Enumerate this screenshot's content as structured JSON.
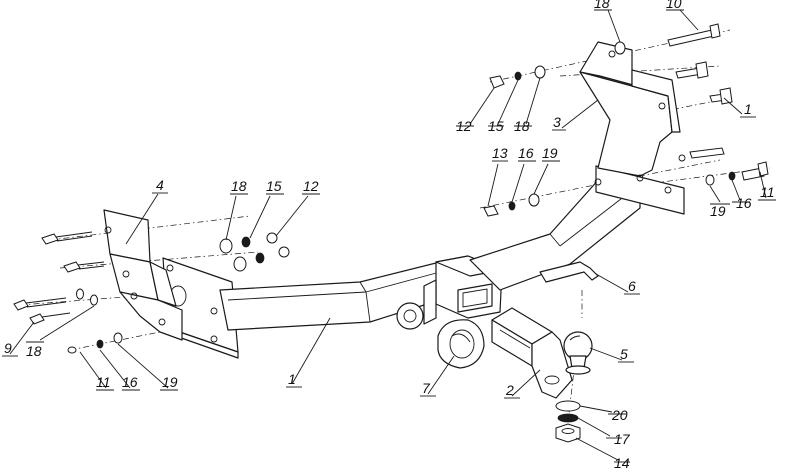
{
  "callouts": {
    "c1a": "1",
    "c1b": "1",
    "c2": "2",
    "c3": "3",
    "c4": "4",
    "c5": "5",
    "c6": "6",
    "c7": "7",
    "c9": "9",
    "c10": "10",
    "c11a": "11",
    "c11b": "11",
    "c12a": "12",
    "c12b": "12",
    "c13": "13",
    "c14": "14",
    "c15a": "15",
    "c15b": "15",
    "c16a": "16",
    "c16b": "16",
    "c16c": "16",
    "c17": "17",
    "c18a": "18",
    "c18b": "18",
    "c18c": "18",
    "c18d": "18",
    "c19a": "19",
    "c19b": "19",
    "c19c": "19",
    "c20": "20"
  }
}
